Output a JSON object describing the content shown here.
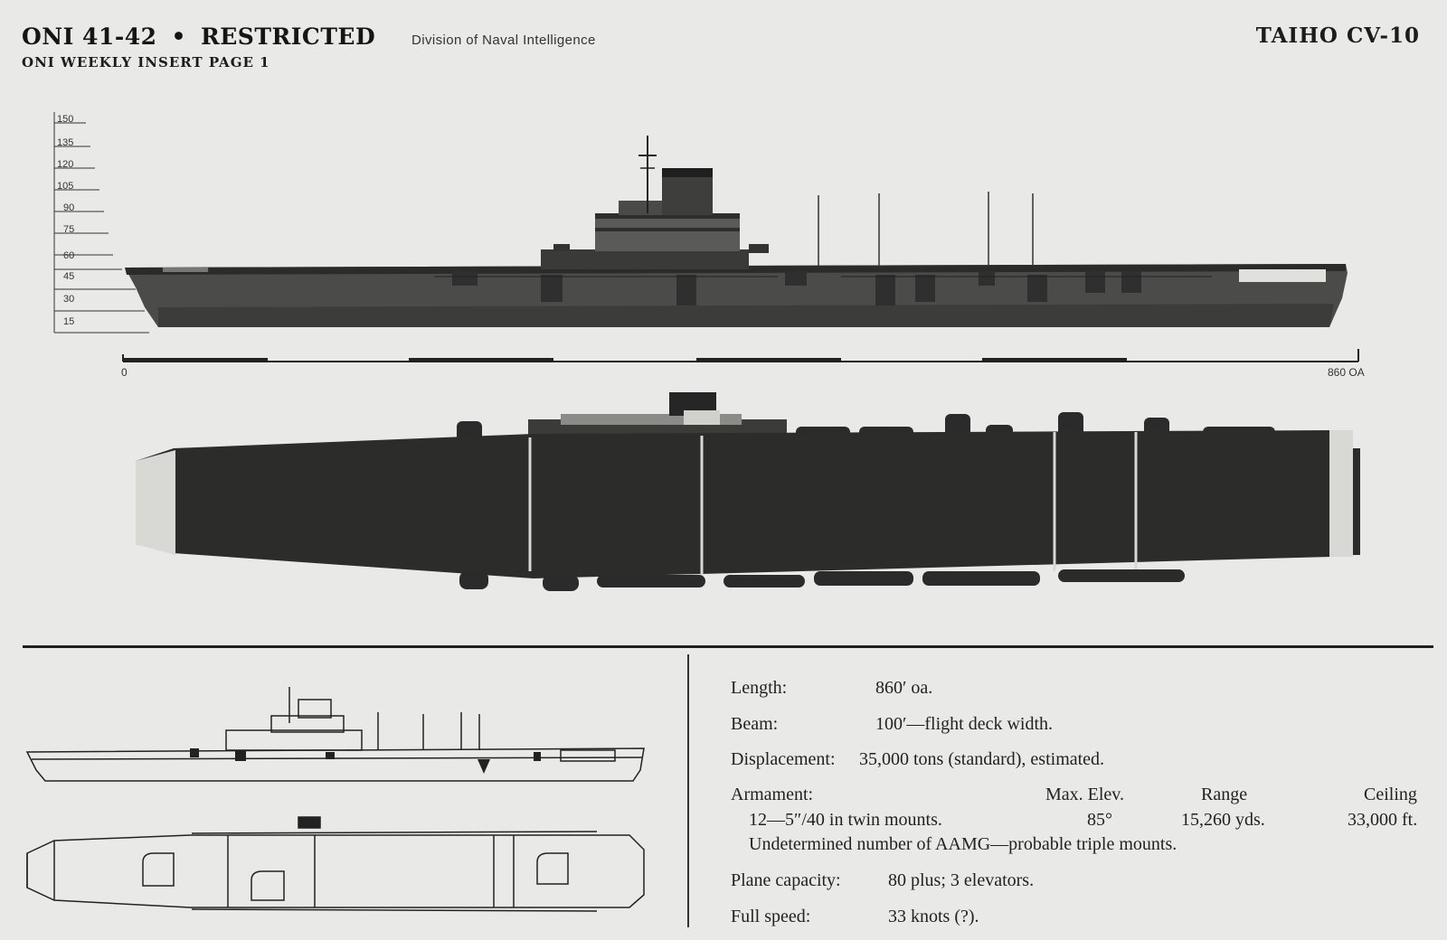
{
  "header": {
    "doc_id": "ONI 41-42",
    "separator": "•",
    "classification": "RESTRICTED",
    "division": "Division of Naval Intelligence",
    "insert": "ONI WEEKLY INSERT PAGE 1",
    "ship_name": "TAIHO CV-10"
  },
  "height_scale": {
    "ticks": [
      "150",
      "135",
      "120",
      "105",
      "90",
      "75",
      "60",
      "45",
      "30",
      "15"
    ]
  },
  "length_scale": {
    "start_label": "0",
    "end_label": "860 OA"
  },
  "specs": {
    "length_label": "Length:",
    "length_value": "860′ oa.",
    "beam_label": "Beam:",
    "beam_value": "100′—flight deck width.",
    "displacement_label": "Displacement:",
    "displacement_value": "35,000 tons (standard), estimated.",
    "armament_label": "Armament:",
    "col_elev": "Max. Elev.",
    "col_range": "Range",
    "col_ceiling": "Ceiling",
    "gun_desc": "12—5″/40 in twin mounts.",
    "gun_elev": "85°",
    "gun_range": "15,260 yds.",
    "gun_ceiling": "33,000 ft.",
    "aamg": "Undetermined number of AAMG—probable triple mounts.",
    "plane_label": "Plane capacity:",
    "plane_value": "80 plus; 3 elevators.",
    "speed_label": "Full speed:",
    "speed_value": "33 knots (?)."
  },
  "colors": {
    "paper": "#e9e9e7",
    "hull_dark": "#2a2a2a",
    "hull_mid": "#4a4a48",
    "deck_light": "#d9d9d6",
    "ink": "#1c1c1c"
  }
}
